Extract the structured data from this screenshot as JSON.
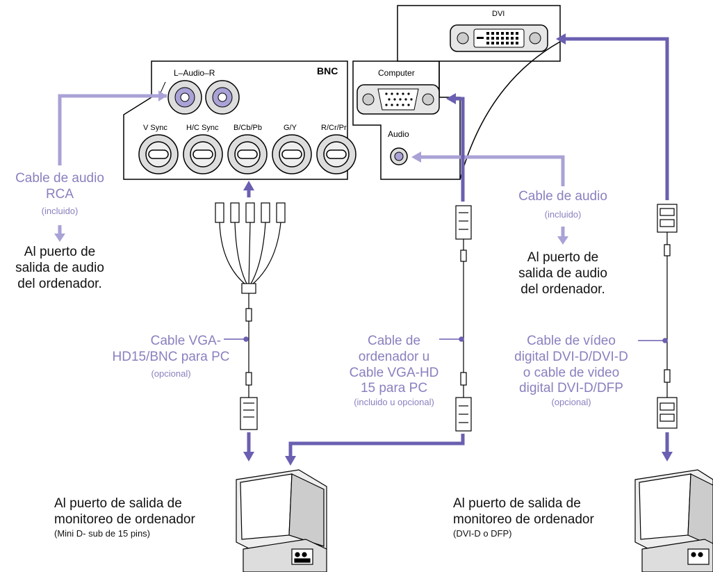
{
  "panel": {
    "dvi": "DVI",
    "computer": "Computer",
    "audio": "Audio",
    "bnc": "BNC",
    "l_audio_r": "L–Audio–R",
    "v_sync": "V Sync",
    "hc_sync": "H/C Sync",
    "b_cb_pb": "B/Cb/Pb",
    "g_y": "G/Y",
    "r_cr_pr": "R/Cr/Pr"
  },
  "rca": {
    "title_1": "Cable de audio",
    "title_2": "RCA",
    "note": "(incluido)",
    "dest_1": "Al puerto de",
    "dest_2": "salida de audio",
    "dest_3": "del ordenador."
  },
  "audio_cable": {
    "title": "Cable de audio",
    "note": "(incluido)",
    "dest_1": "Al puerto de",
    "dest_2": "salida de audio",
    "dest_3": "del ordenador."
  },
  "vga_bnc": {
    "line_1": "Cable VGA-",
    "line_2": "HD15/BNC para PC",
    "note": "(opcional)"
  },
  "computer_cable": {
    "line_1": "Cable de",
    "line_2": "ordenador u",
    "line_3": "Cable VGA-HD",
    "line_4": "15 para PC",
    "note": "(incluido u opcional)"
  },
  "dvi_cable": {
    "line_1": "Cable de vídeo",
    "line_2": "digital DVI-D/DVI-D",
    "line_3": "o cable de video",
    "line_4": "digital DVI-D/DFP",
    "note": "(opcional)"
  },
  "monitor_left": {
    "line_1": "Al puerto de salida de",
    "line_2": "monitoreo de ordenador",
    "note": "(Mini D- sub de 15 pins)"
  },
  "monitor_right": {
    "line_1": "Al puerto de salida de",
    "line_2": "monitoreo de ordenador",
    "note": "(DVI-D o DFP)"
  },
  "colors": {
    "cable_dark": "#6a5fb0",
    "cable_light": "#a9a2d6",
    "text_purple": "#8a80bf"
  }
}
